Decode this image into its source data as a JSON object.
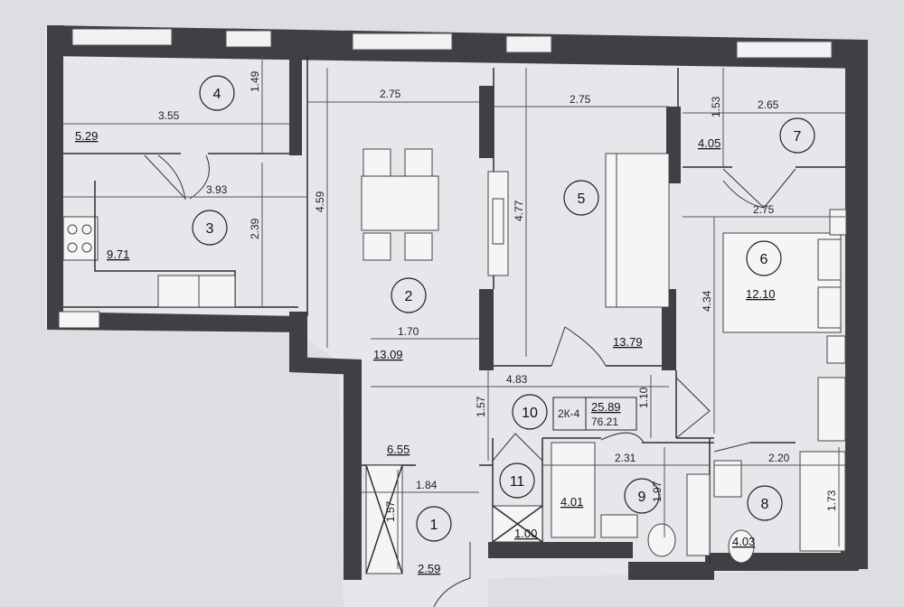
{
  "rooms": [
    {
      "id": "1",
      "area": "2.59"
    },
    {
      "id": "2",
      "area": "13.09"
    },
    {
      "id": "3",
      "area": "9.71"
    },
    {
      "id": "4",
      "area": "5.29"
    },
    {
      "id": "5",
      "area": "13.79"
    },
    {
      "id": "6",
      "area": "12.10"
    },
    {
      "id": "7",
      "area": "4.05"
    },
    {
      "id": "8",
      "area": "4.03"
    },
    {
      "id": "9",
      "area": "4.01"
    },
    {
      "id": "10",
      "area": "6.55"
    },
    {
      "id": "11",
      "area": "1.00"
    }
  ],
  "dimensions": {
    "r4_w": "3.55",
    "r4_h": "1.49",
    "r3_w": "3.93",
    "r3_h": "2.39",
    "r2_w": "2.75",
    "r2_h": "4.59",
    "r2_w2": "1.70",
    "r5_w": "2.75",
    "r5_h": "4.77",
    "r7_w": "2.65",
    "r7_h": "1.53",
    "r6_w": "2.75",
    "r6_h": "4.34",
    "r10_w": "4.83",
    "r10_h": "1.57",
    "r10_h2": "1.10",
    "r1_w": "1.84",
    "r1_h": "1.57",
    "r9_w": "2.31",
    "r9_h": "1.97",
    "r8_w": "2.20",
    "r8_h": "1.73"
  },
  "apartment_box": {
    "code": "2К-4",
    "living_area": "25.89",
    "total_area": "76.21"
  }
}
